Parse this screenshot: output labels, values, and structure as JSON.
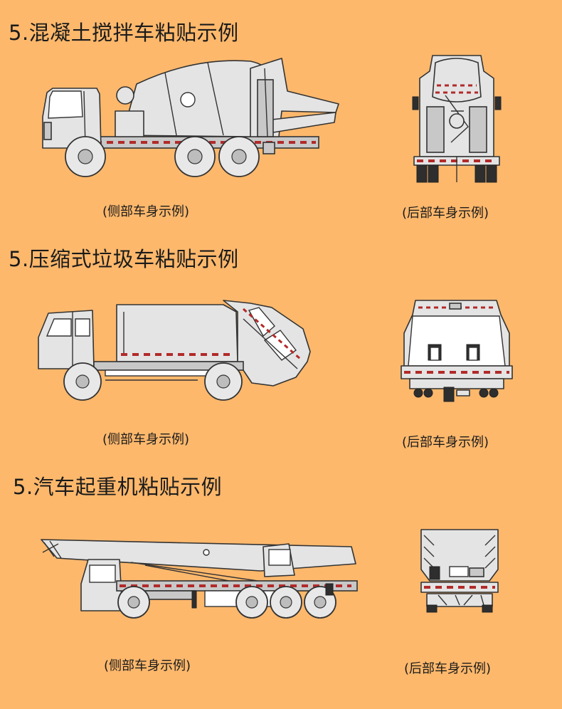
{
  "sections": [
    {
      "title": "5.混凝土搅拌车粘贴示例",
      "side_caption": "(侧部车身示例)",
      "rear_caption": "(后部车身示例)"
    },
    {
      "title": "5.压缩式垃圾车粘贴示例",
      "side_caption": "(侧部车身示例)",
      "rear_caption": "(后部车身示例)"
    },
    {
      "title": "5.汽车起重机粘贴示例",
      "side_caption": "(侧部车身示例)",
      "rear_caption": "(后部车身示例)"
    }
  ],
  "colors": {
    "background": "#fdb86c",
    "reflective_tape": "#b22a2a",
    "vehicle_body": "#e4e4e4",
    "outline": "#333333"
  },
  "icons": [
    "concrete-mixer-truck-side",
    "concrete-mixer-truck-rear",
    "garbage-compactor-truck-side",
    "garbage-compactor-truck-rear",
    "truck-crane-side",
    "truck-crane-rear"
  ]
}
